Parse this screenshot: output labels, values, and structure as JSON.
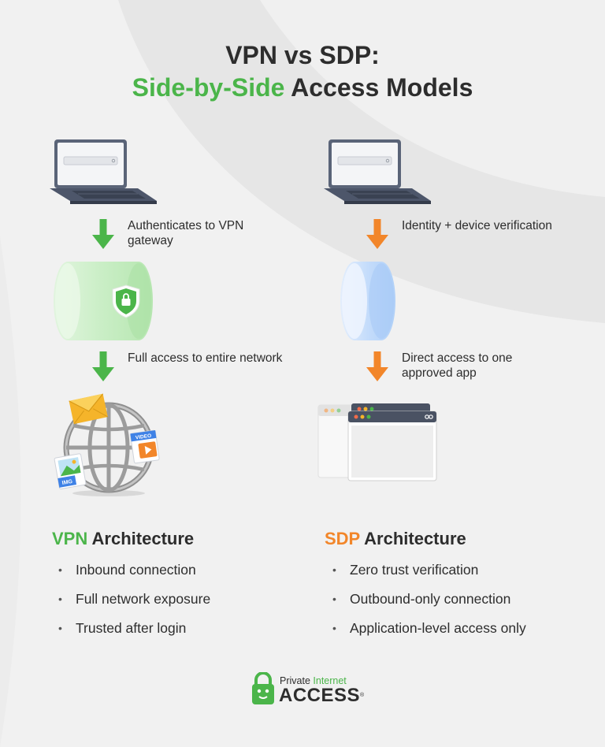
{
  "title": {
    "line1": "VPN vs SDP:",
    "line2_green": "Side-by-Side",
    "line2_rest": "Access Models"
  },
  "vpn": {
    "step1": "Authenticates to VPN gateway",
    "step2": "Full access to entire network",
    "heading_accent": "VPN",
    "heading_rest": "Architecture",
    "bullets": [
      "Inbound connection",
      "Full network exposure",
      "Trusted after login"
    ],
    "badge_video": "VIDEO",
    "badge_img": "IMG"
  },
  "sdp": {
    "step1": "Identity + device verification",
    "step2": "Direct access to one approved app",
    "heading_accent": "SDP",
    "heading_rest": "Architecture",
    "bullets": [
      "Zero trust verification",
      "Outbound-only connection",
      "Application-level access only"
    ]
  },
  "logo": {
    "small_word1": "Private",
    "small_word2": "Internet",
    "big": "ACCESS",
    "reg": "®"
  },
  "bullet_symbol": "•",
  "colors": {
    "green": "#4bb54a",
    "orange": "#f2862a",
    "dark_text": "#2d2d2d",
    "background": "#f1f1f1",
    "tunnel_green": "#c9eec5",
    "tunnel_blue": "#c4dcfb"
  },
  "icons": [
    "laptop-icon",
    "arrow-down-icon",
    "shield-lock-icon",
    "globe-icon",
    "envelope-icon",
    "video-file-icon",
    "image-file-icon",
    "browser-window-icon",
    "logo-lock-icon"
  ]
}
